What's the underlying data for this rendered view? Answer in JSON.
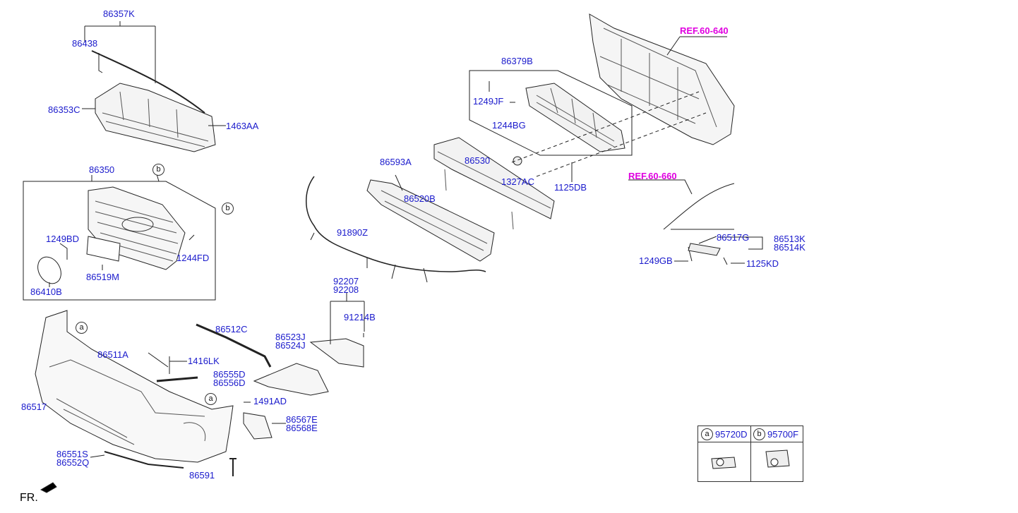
{
  "parts": {
    "p86357K": "86357K",
    "p86438": "86438",
    "p86353C": "86353C",
    "p1463AA": "1463AA",
    "p86350": "86350",
    "p1249BD": "1249BD",
    "p1244FD": "1244FD",
    "p86519M": "86519M",
    "p86410B": "86410B",
    "p86379B": "86379B",
    "p1249JF": "1249JF",
    "p1244BG": "1244BG",
    "p1327AC": "1327AC",
    "p1125DB": "1125DB",
    "p86593A": "86593A",
    "p86530": "86530",
    "p86520B": "86520B",
    "p91890Z": "91890Z",
    "p92207": "92207",
    "p92208": "92208",
    "p91214B": "91214B",
    "p86512C": "86512C",
    "p86523J": "86523J",
    "p86524J": "86524J",
    "p86511A": "86511A",
    "p1416LK": "1416LK",
    "p86555D": "86555D",
    "p86556D": "86556D",
    "p86517": "86517",
    "p1491AD": "1491AD",
    "p86567E": "86567E",
    "p86568E": "86568E",
    "p86551S": "86551S",
    "p86552Q": "86552Q",
    "p86591": "86591",
    "p86517G": "86517G",
    "p86513K": "86513K",
    "p86514K": "86514K",
    "p1249GB": "1249GB",
    "p1125KD": "1125KD"
  },
  "refs": {
    "ref640": "REF.60-640",
    "ref660": "REF.60-660"
  },
  "markers": {
    "a": "a",
    "b": "b"
  },
  "legend": {
    "a_marker": "a",
    "a_part": "95720D",
    "b_marker": "b",
    "b_part": "95700F"
  },
  "direction": "FR."
}
